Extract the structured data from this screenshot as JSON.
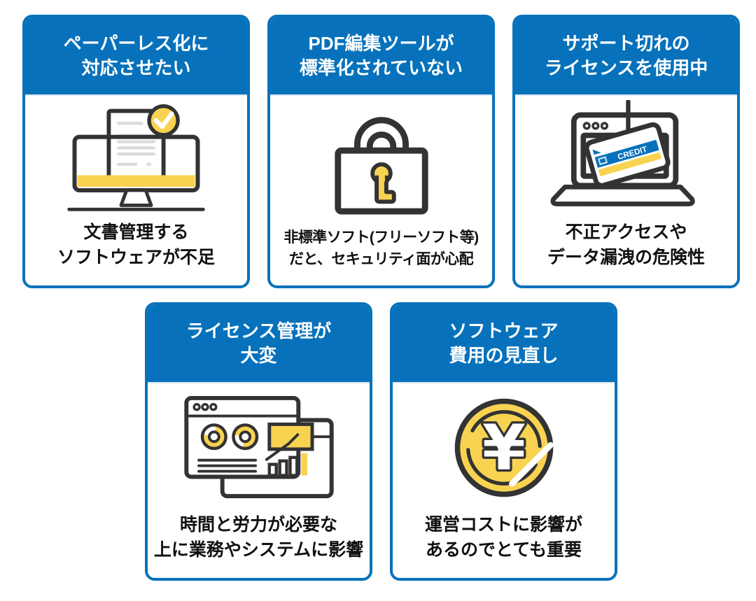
{
  "colors": {
    "primary_blue": "#0772BB",
    "accent_yellow": "#F8D351",
    "outline_dark": "#333333",
    "doc_line_gray": "#DCDCDC",
    "body_text": "#111111",
    "background": "#FFFFFF"
  },
  "cards": [
    {
      "id": "paperless",
      "header_line1": "ペーパーレス化に",
      "header_line2": "対応させたい",
      "icon": "document-check-monitor-icon",
      "body_line1": "文書管理する",
      "body_line2": "ソフトウェアが不足"
    },
    {
      "id": "pdf-tool-not-standardized",
      "header_line1": "PDF編集ツールが",
      "header_line2": "標準化されていない",
      "icon": "padlock-icon",
      "body_line1": "非標準ソフト(フリーソフト等)",
      "body_line2": "だと、セキュリティ面が心配"
    },
    {
      "id": "support-expired-license",
      "header_line1": "サポート切れの",
      "header_line2": "ライセンスを使用中",
      "icon": "phishing-laptop-icon",
      "body_line1": "不正アクセスや",
      "body_line2": "データ漏洩の危険性"
    },
    {
      "id": "license-management",
      "header_line1": "ライセンス管理が",
      "header_line2": "大変",
      "icon": "dashboard-windows-icon",
      "body_line1": "時間と労力が必要な",
      "body_line2": "上に業務やシステムに影響"
    },
    {
      "id": "software-cost-review",
      "header_line1": "ソフトウェア",
      "header_line2": "費用の見直し",
      "icon": "yen-coin-icon",
      "body_line1": "運営コストに影響が",
      "body_line2": "あるのでとても重要"
    }
  ],
  "credit_card_label": "CREDIT",
  "yen_symbol": "¥"
}
